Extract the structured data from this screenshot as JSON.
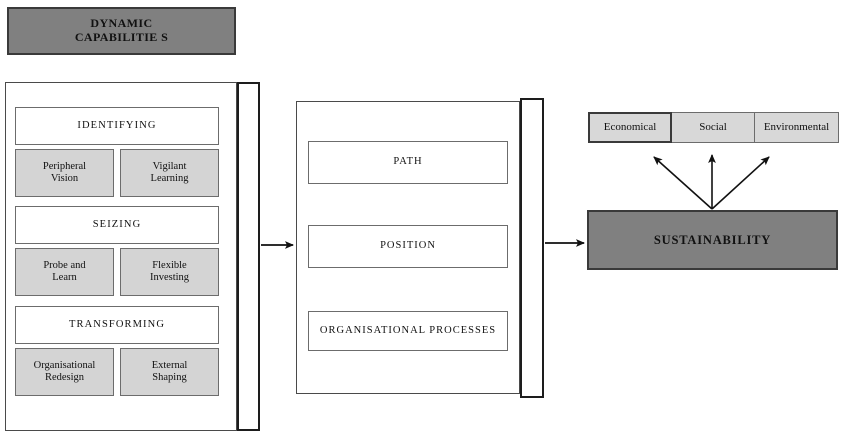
{
  "diagram": {
    "title": "DYNAMIC CAPABILITIES",
    "header": {
      "label_line1": "DYNAMIC",
      "label_line2": "CAPABILITIE S",
      "fill": "#808080"
    },
    "left_group": {
      "name": "dynamic-capabilities-group",
      "blocks": [
        {
          "title": "IDENTIFYING",
          "cells": [
            {
              "line1": "Peripheral",
              "line2": "Vision"
            },
            {
              "line1": "Vigilant",
              "line2": "Learning"
            }
          ]
        },
        {
          "title": "SEIZING",
          "cells": [
            {
              "line1": "Probe and",
              "line2": "Learn"
            },
            {
              "line1": "Flexible",
              "line2": "Investing"
            }
          ]
        },
        {
          "title": "TRANSFORMING",
          "cells": [
            {
              "line1": "Organisational",
              "line2": "Redesign"
            },
            {
              "line1": "External",
              "line2": "Shaping"
            }
          ]
        }
      ],
      "title_fill": "#ffffff",
      "cell_fill": "#d4d4d4"
    },
    "middle_group": {
      "name": "firm-assets-group",
      "items": [
        {
          "label": "PATH"
        },
        {
          "label": "POSITION"
        },
        {
          "label": "ORGANISATIONAL PROCESSES"
        }
      ]
    },
    "right_group": {
      "name": "sustainability-group",
      "pillars": [
        {
          "label": "Economical"
        },
        {
          "label": "Social"
        },
        {
          "label": "Environmental"
        }
      ],
      "outcome": "SUSTAINABILITY",
      "pillar_fill": "#d8d8d8",
      "outcome_fill": "#808080"
    },
    "connectors": [
      {
        "name": "arrow-left-to-middle",
        "from": "dynamic-capabilities-group",
        "to": "firm-assets-group"
      },
      {
        "name": "arrow-middle-to-sustainability",
        "from": "firm-assets-group",
        "to": "sustainability"
      },
      {
        "name": "arrow-sustainability-to-economical",
        "from": "sustainability",
        "to": "Economical"
      },
      {
        "name": "arrow-sustainability-to-social",
        "from": "sustainability",
        "to": "Social"
      },
      {
        "name": "arrow-sustainability-to-environmental",
        "from": "sustainability",
        "to": "Environmental"
      }
    ]
  }
}
